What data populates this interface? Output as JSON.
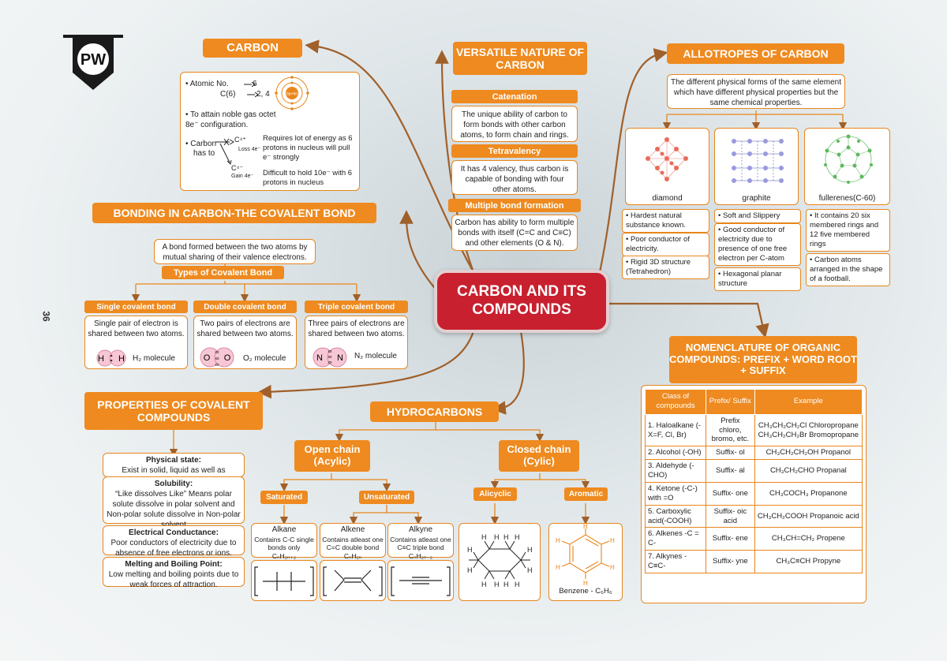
{
  "page_number": "36",
  "logo": "PW",
  "central": {
    "title": "CARBON AND ITS COMPOUNDS"
  },
  "carbon": {
    "title": "CARBON",
    "atomic_label": "• Atomic No.",
    "atomic_no": "6",
    "symbol": "C(6)",
    "config": "2, 4",
    "nucleus": "6p+6n",
    "noble": "• To attain noble gas octet 8e⁻ configuration.",
    "has_to_a": "• Carbon",
    "has_to_b": "has to",
    "c4plus": "C⁴⁺",
    "loss": "Loss 4e⁻",
    "loss_text": "Requires lot of energy as 6 protons in nucleus will pull e⁻ strongly",
    "c4minus": "C⁴⁻",
    "gain": "Gain 4e⁻",
    "gain_text": "Difficult to hold 10e⁻ with 6 protons in nucleus"
  },
  "versatile": {
    "title": "VERSATILE NATURE OF CARBON",
    "catenation": "Catenation",
    "catenation_text": "The unique ability of carbon to form bonds with other carbon atoms, to form chain and rings.",
    "tetravalency": "Tetravalency",
    "tetravalency_text": "It has 4 valency, thus carbon is capable of bonding with four other atoms.",
    "multiple": "Multiple bond formation",
    "multiple_text": "Carbon has ability to form multiple bonds with itself (C=C and C≡C) and other elements (O & N)."
  },
  "allotropes": {
    "title": "ALLOTROPES OF CARBON",
    "definition": "The different physical forms of the same element which have different physical properties but the same chemical properties.",
    "diamond": {
      "name": "diamond",
      "props": [
        "• Hardest natural substance known.",
        "• Poor conductor of electricity.",
        "• Rigid 3D structure (Tetrahedron)"
      ]
    },
    "graphite": {
      "name": "graphite",
      "props": [
        "• Soft and Slippery",
        "• Good conductor of electricity due to presence of one free electron per C-atom",
        "• Hexagonal planar structure"
      ]
    },
    "fullerene": {
      "name": "fullerenes(C-60)",
      "props": [
        "• It contains 20 six membered rings and 12 five membered rings",
        "• Carbon atoms arranged in the shape of a football."
      ]
    }
  },
  "bonding": {
    "title": "BONDING IN CARBON-THE COVALENT BOND",
    "definition": "A bond formed between the two atoms by mutual sharing of their valence electrons.",
    "types": "Types of Covalent Bond",
    "single": {
      "title": "Single covalent bond",
      "text": "Single pair of electron is shared between two atoms.",
      "molecule": "H₂ molecule",
      "a1": "H",
      "a2": "H"
    },
    "double": {
      "title": "Double covalent bond",
      "text": "Two pairs of electrons are shared between two atoms.",
      "molecule": "O₂ molecule",
      "a1": "O",
      "a2": "O"
    },
    "triple": {
      "title": "Triple covalent bond",
      "text": "Three pairs of electrons are shared between two atoms.",
      "molecule": "N₂ molecule",
      "a1": "N",
      "a2": "N"
    }
  },
  "properties": {
    "title": "PROPERTIES OF COVALENT COMPOUNDS",
    "physical_h": "Physical state:",
    "physical_t": "Exist in solid, liquid as well as gaseous.",
    "solubility_h": "Solubility:",
    "solubility_t": "“Like dissolves Like” Means polar solute dissolve in polar solvent and Non-polar solute dissolve in Non-polar solvent",
    "electrical_h": "Electrical Conductance:",
    "electrical_t": "Poor conductors of electricity due to absence of free electrons or ions.",
    "melting_h": "Melting and Boiling Point:",
    "melting_t": "Low melting and boiling points due to weak forces of attraction."
  },
  "hydrocarbons": {
    "title": "HYDROCARBONS",
    "open": "Open chain (Acylic)",
    "closed": "Closed chain (Cylic)",
    "saturated": "Saturated",
    "unsaturated": "Unsaturated",
    "alicyclic": "Alicyclic",
    "aromatic": "Aromatic",
    "alkane": {
      "name": "Alkane",
      "desc": "Contains C-C single bonds only",
      "formula": "CₙH₂ₙ₊₂"
    },
    "alkene": {
      "name": "Alkene",
      "desc": "Contains atleast one C=C double bond",
      "formula": "CₙH₂ₙ"
    },
    "alkyne": {
      "name": "Alkyne",
      "desc": "Contains atleast one C≡C triple bond",
      "formula": "CₙH₂ₙ₋₂"
    },
    "benzene": "Benzene - C₆H₆"
  },
  "nomenclature": {
    "title": "NOMENCLATURE OF ORGANIC COMPOUNDS: PREFIX + WORD ROOT + SUFFIX",
    "headers": [
      "Class of compounds",
      "Prefix/ Suffix",
      "Example"
    ],
    "rows": [
      {
        "cls": "1. Haloalkane (-X=F, Cl, Br)",
        "fix": "Prefix chloro, bromo, etc.",
        "ex": "CH₃CH₂CH₂Cl Chloropropane CH₃CH₂CH₂Br Bromopropane"
      },
      {
        "cls": "2. Alcohol (-OH)",
        "fix": "Suffix- ol",
        "ex": "CH₃CH₂CH₂OH Propanol"
      },
      {
        "cls": "3. Aldehyde (-CHO)",
        "fix": "Suffix- al",
        "ex": "CH₃CH₂CHO Propanal"
      },
      {
        "cls": "4. Ketone (-C-) with =O",
        "fix": "Suffix- one",
        "ex": "CH₃COCH₃ Propanone"
      },
      {
        "cls": "5. Carboxylic acid(-COOH)",
        "fix": "Suffix- oic acid",
        "ex": "CH₃CH₂COOH Propanoic acid"
      },
      {
        "cls": "6. Alkenes -C = C-",
        "fix": "Suffix- ene",
        "ex": "CH₃CH=CH₂ Propene"
      },
      {
        "cls": "7. Alkynes -C≡C-",
        "fix": "Suffix- yne",
        "ex": "CH₃C≡CH Propyne"
      }
    ]
  }
}
